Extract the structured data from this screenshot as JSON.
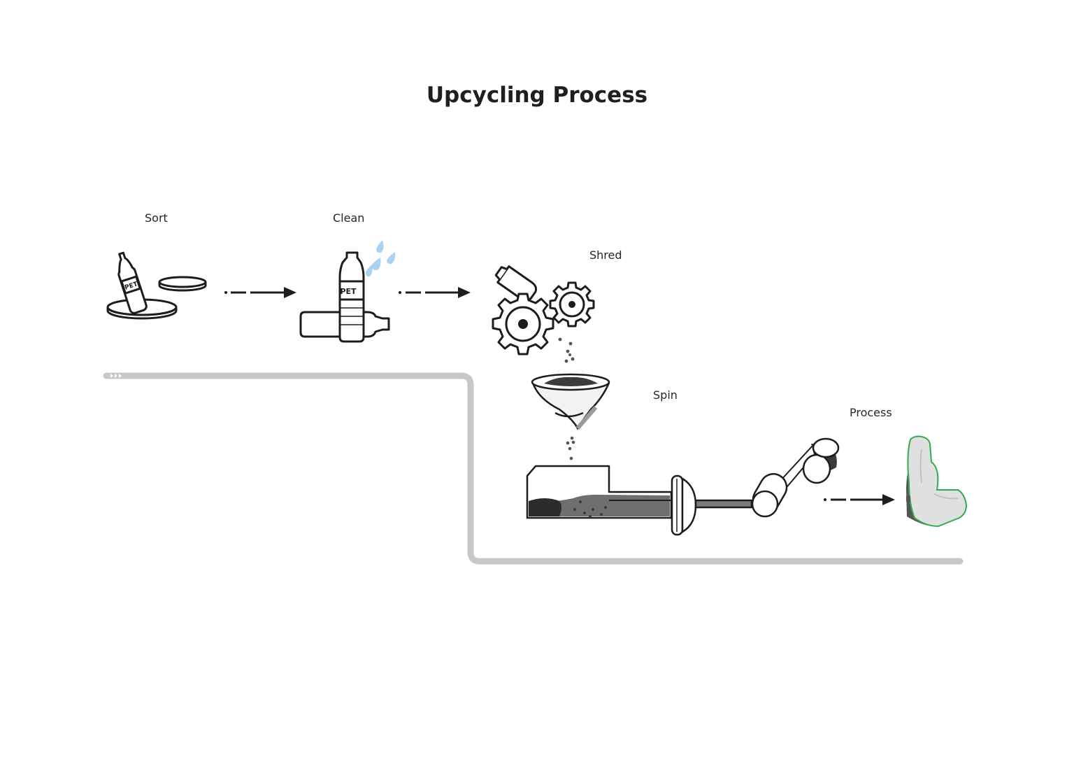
{
  "diagram": {
    "title": "Upcycling Process",
    "steps": [
      {
        "id": "sort",
        "label": "Sort",
        "icon": "bottle-sorting-icon"
      },
      {
        "id": "clean",
        "label": "Clean",
        "icon": "bottle-washing-icon"
      },
      {
        "id": "shred",
        "label": "Shred",
        "icon": "gear-shredder-icon"
      },
      {
        "id": "spin",
        "label": "Spin",
        "icon": "spinning-extruder-icon"
      },
      {
        "id": "process",
        "label": "Process",
        "icon": "car-seat-icon"
      }
    ],
    "bottle_label": "PET",
    "colors": {
      "ink": "#1d1d1d",
      "track": "#c8c8c8",
      "water": "#a9d3f0",
      "granules": "#555555",
      "seat_fill": "#e0e0e0",
      "seat_outline": "#2fae4a"
    }
  }
}
